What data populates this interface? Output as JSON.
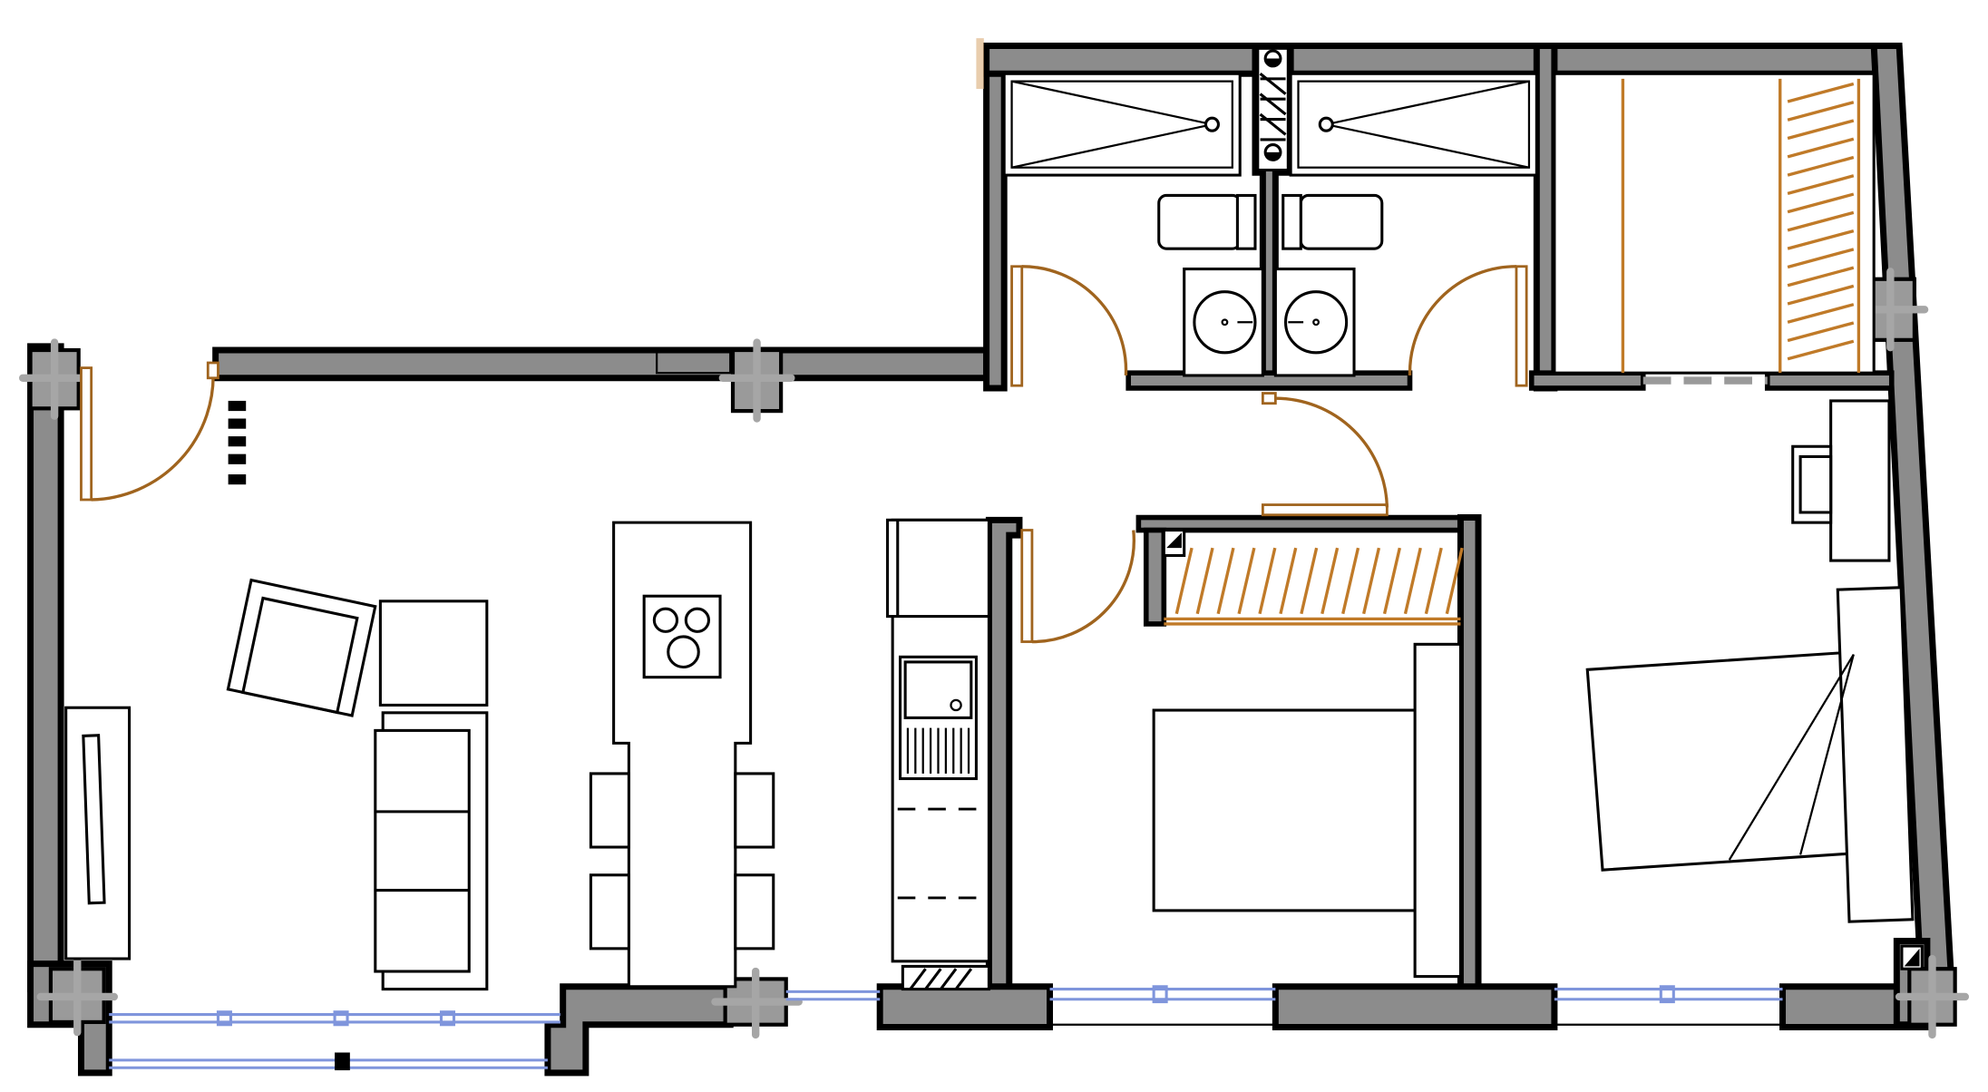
{
  "drawing": {
    "kind": "apartment floor plan",
    "rooms": [
      "living-dining-kitchen",
      "bedroom-1",
      "bedroom-2",
      "bathroom-1",
      "bathroom-2",
      "walk-in-closet"
    ],
    "colors": {
      "wall_fill": "#8c8c8c",
      "wall_outline": "#000000",
      "door_swing": "#a0641e",
      "wardrobe_hatch": "#c07a28",
      "window_glass": "#7f95dc",
      "column_cross": "#a6a6a6",
      "background": "#ffffff"
    },
    "text_labels": []
  }
}
